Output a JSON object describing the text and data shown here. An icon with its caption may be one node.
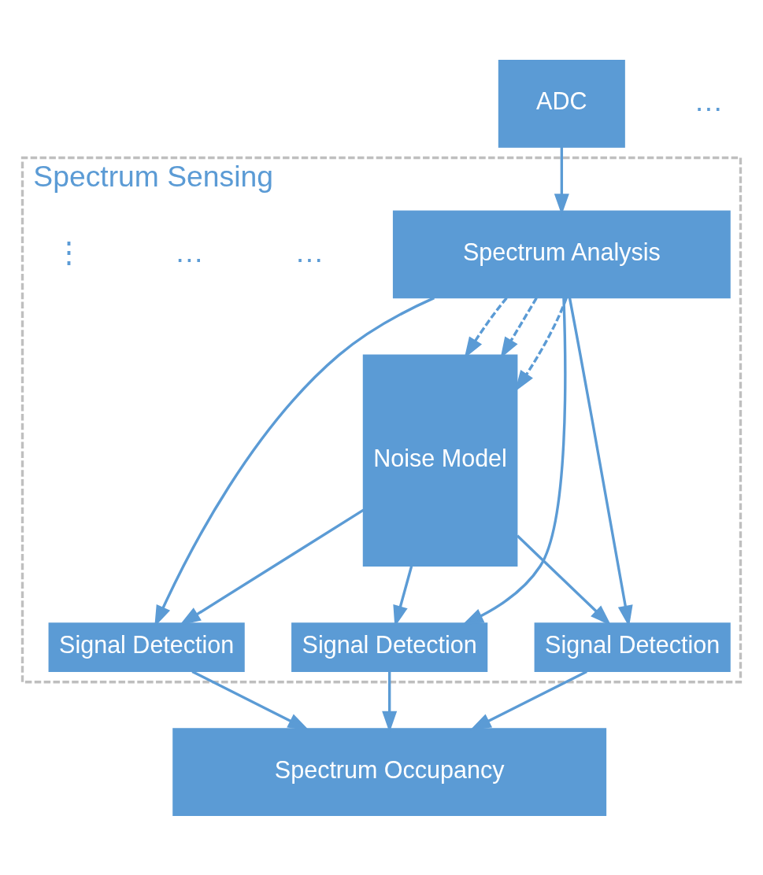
{
  "diagram": {
    "nodes": [
      {
        "text": [
          "Spectrum Sensing"
        ]
      },
      {
        "text": [
          "ADC"
        ]
      },
      {
        "text": [
          "Spectrum Analysis"
        ],
        "in": 0
      },
      {
        "text": [
          "Signal Detection"
        ],
        "in": 0
      },
      {
        "text": [
          "Noise Model"
        ],
        "in": 0
      },
      {
        "text": [
          "Signal Detection"
        ],
        "in": 0
      },
      {
        "text": [
          "Signal Detection"
        ],
        "in": 0
      },
      {
        "text": [
          "Spectrum Occupancy"
        ]
      }
    ],
    "edges": [
      {
        "from": 1,
        "to": 2,
        "arrow": "to"
      },
      {
        "from": 2,
        "to": 6,
        "arrow": "to"
      },
      {
        "from": 2,
        "to": 5,
        "arrow": "to"
      },
      {
        "from": 2,
        "to": 3,
        "arrow": "to"
      },
      {
        "from": 2,
        "to": 4,
        "arrow": "to",
        "style": "dashed"
      },
      {
        "from": 2,
        "to": 4,
        "arrow": "to",
        "style": "dashed"
      },
      {
        "from": 2,
        "to": 4,
        "arrow": "to",
        "style": "dashed"
      },
      {
        "from": 4,
        "to": 3,
        "arrow": "to"
      },
      {
        "from": 4,
        "to": 5,
        "arrow": "to"
      },
      {
        "from": 4,
        "to": 6,
        "arrow": "to"
      },
      {
        "from": 6,
        "to": 7,
        "arrow": "to"
      },
      {
        "from": 5,
        "to": 7,
        "arrow": "to"
      },
      {
        "from": 3,
        "to": 7,
        "arrow": "to"
      }
    ],
    "labels": [
      "…",
      "…",
      "⋮",
      "…"
    ]
  }
}
